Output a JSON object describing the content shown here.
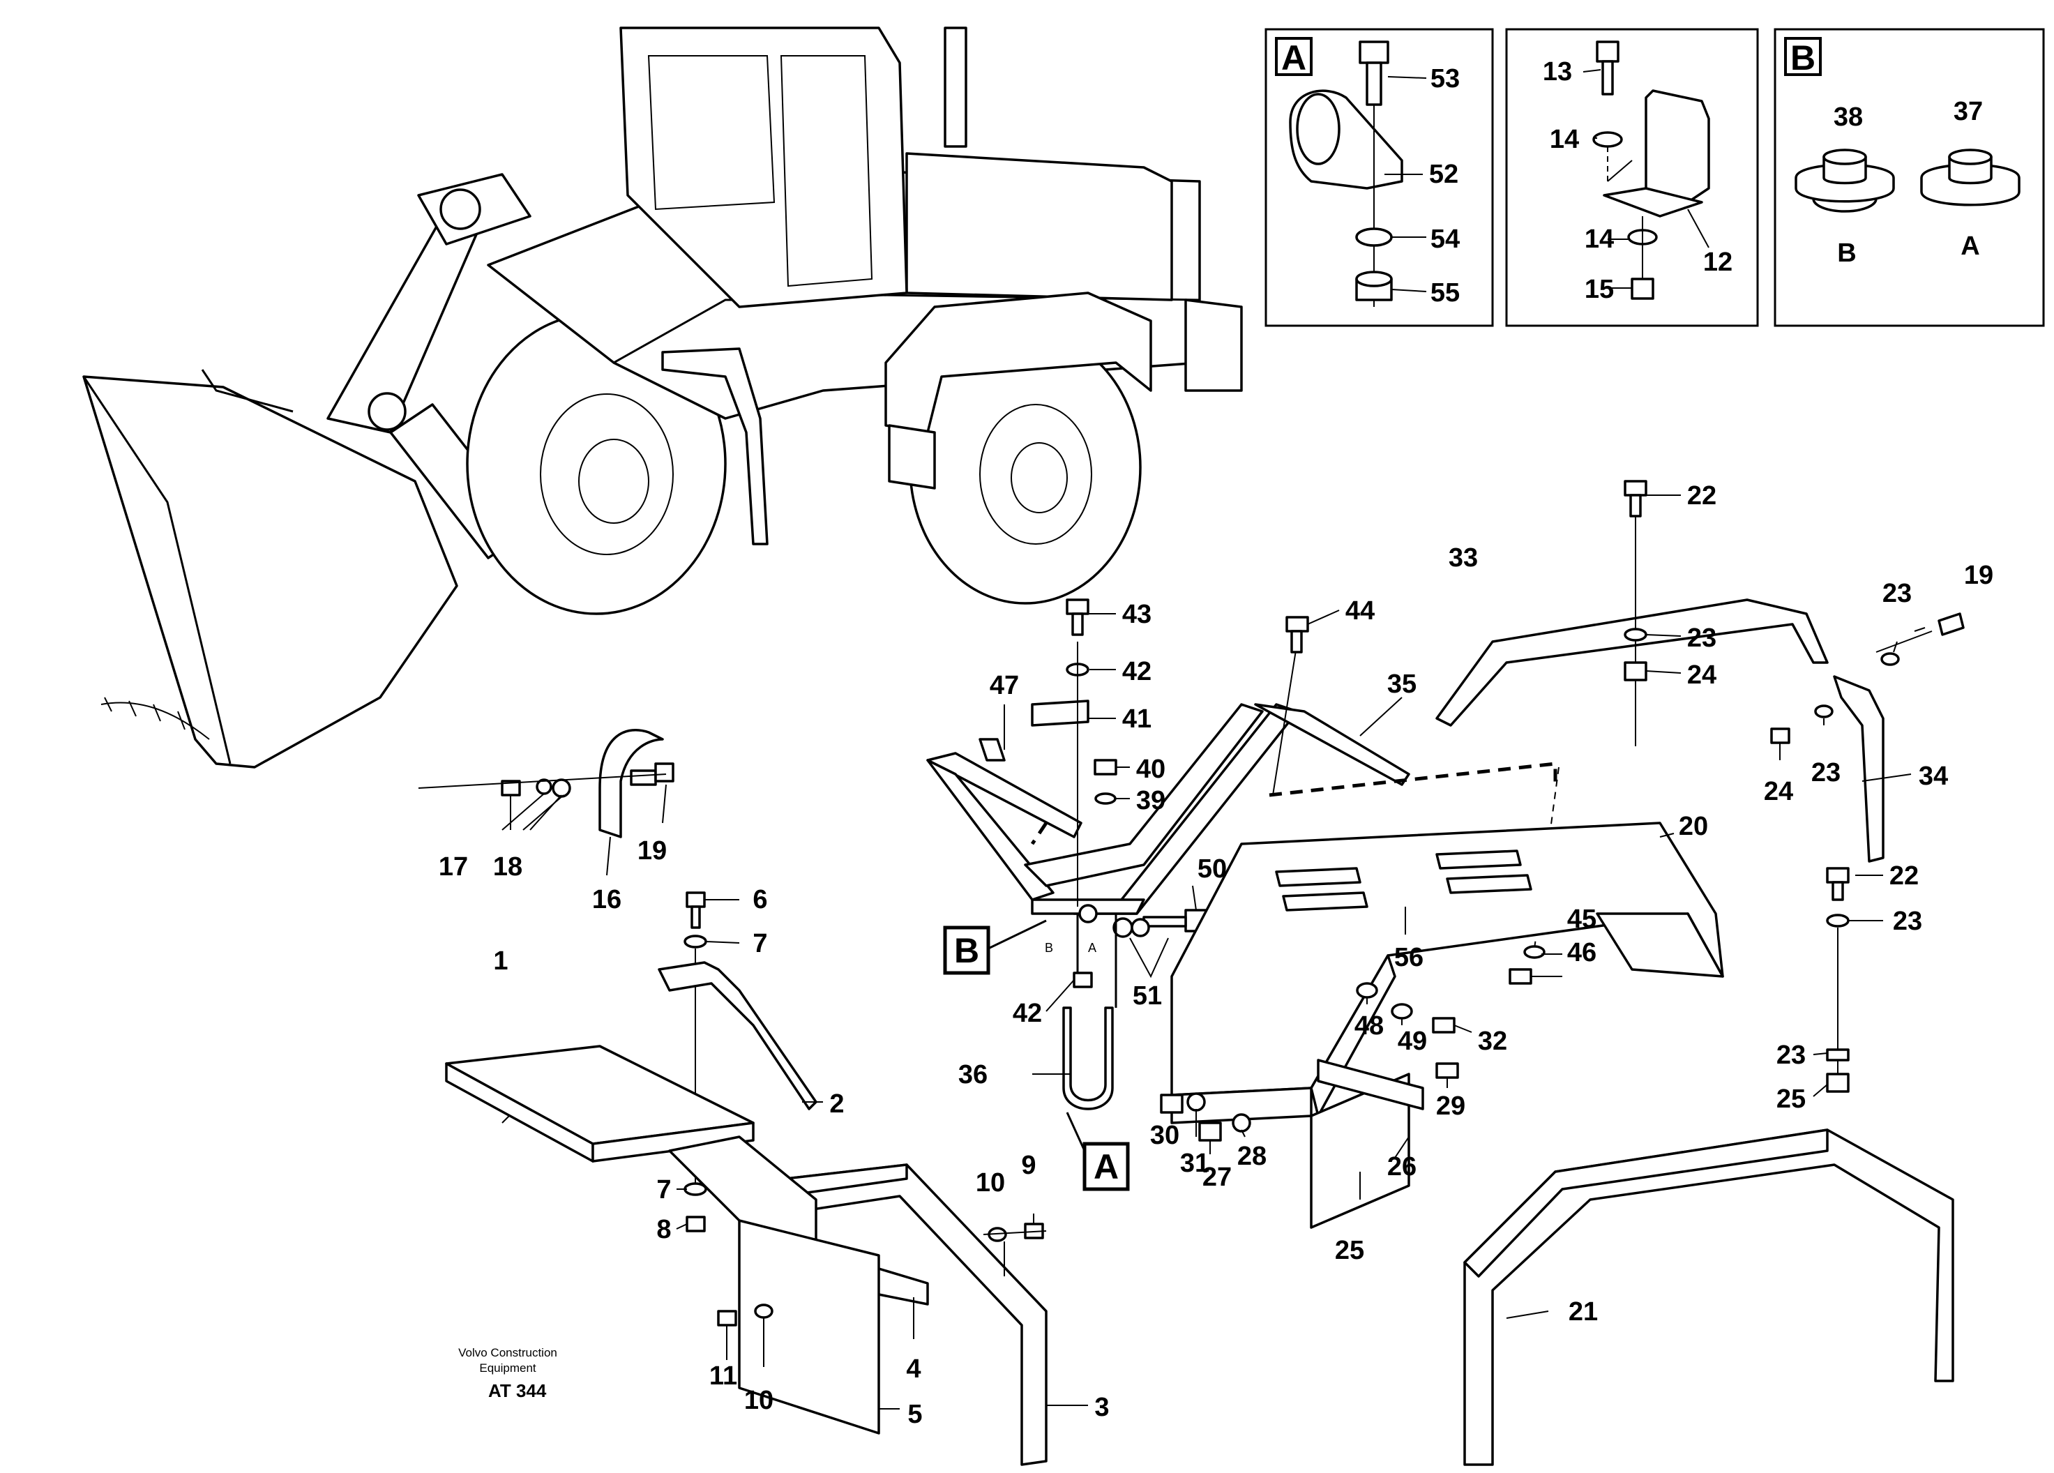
{
  "document": {
    "credit_line1": "Volvo Construction",
    "credit_line2": "Equipment",
    "drawing_code": "AT 344"
  },
  "callout_boxes": {
    "box_a_top": "A",
    "box_b_top": "B",
    "box_b_pointer": "B",
    "box_a_pointer": "A",
    "bracket_side_b": "B",
    "bracket_side_a": "A"
  },
  "inset_b": {
    "caption_left": "B",
    "caption_right": "A"
  },
  "part_labels": [
    "53",
    "52",
    "54",
    "55",
    "13",
    "14",
    "14",
    "15",
    "12",
    "38",
    "37",
    "22",
    "23",
    "24",
    "33",
    "19",
    "23",
    "23",
    "24",
    "34",
    "43",
    "42",
    "41",
    "44",
    "35",
    "47",
    "40",
    "39",
    "50",
    "51",
    "42",
    "36",
    "20",
    "45",
    "46",
    "56",
    "48",
    "49",
    "32",
    "29",
    "26",
    "25",
    "30",
    "31",
    "27",
    "28",
    "22",
    "23",
    "23",
    "25",
    "21",
    "17",
    "18",
    "19",
    "16",
    "6",
    "7",
    "1",
    "2",
    "7",
    "8",
    "10",
    "9",
    "11",
    "10",
    "4",
    "5",
    "3"
  ]
}
